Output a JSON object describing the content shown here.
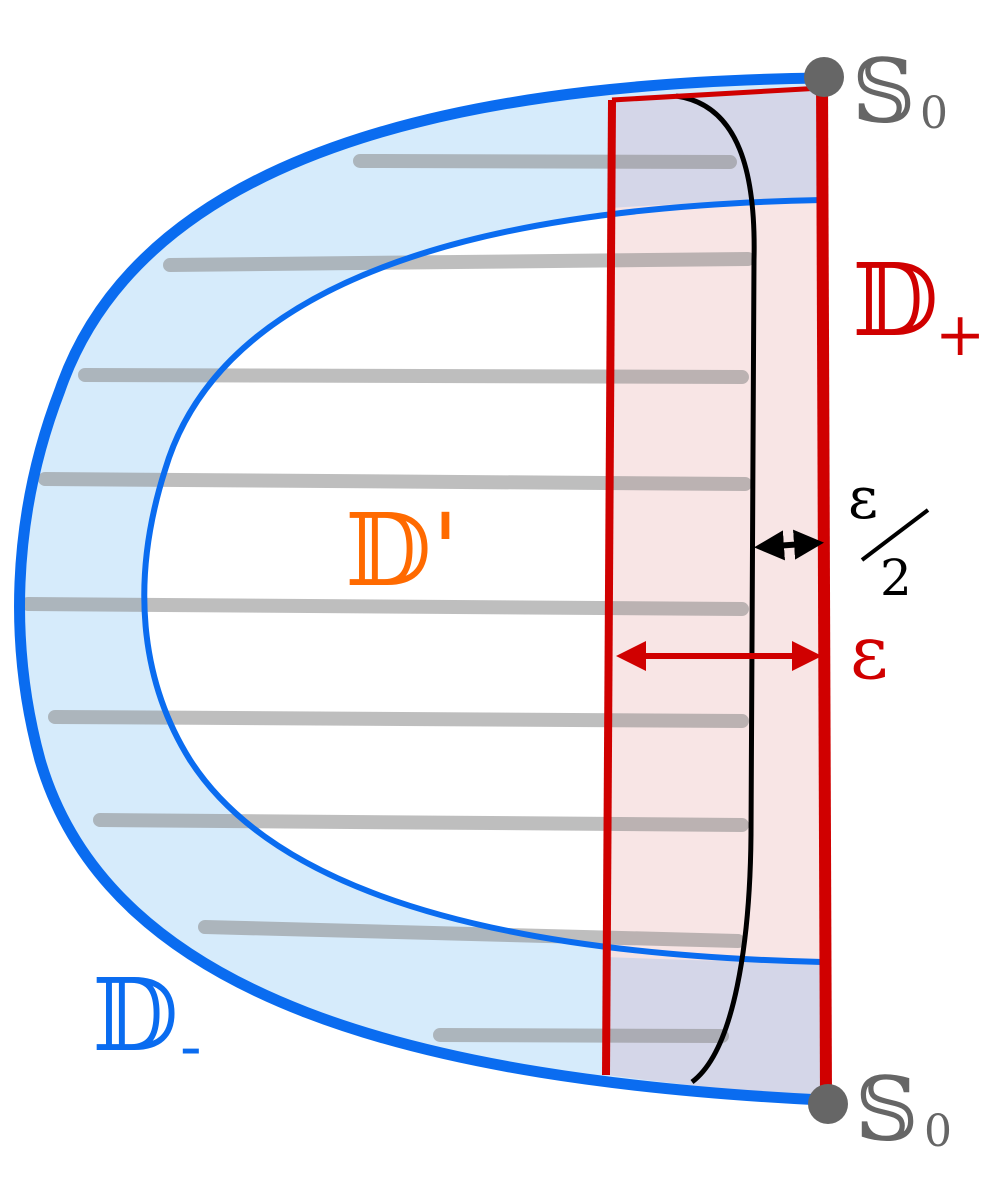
{
  "labels": {
    "s0_top": "𝕊",
    "s0_top_sub": "0",
    "s0_bottom": "𝕊",
    "s0_bottom_sub": "0",
    "d_plus": "𝔻",
    "d_plus_sub": "+",
    "d_minus": "𝔻",
    "d_minus_sub": "-",
    "d_prime": "𝔻'",
    "eps_half_num": "ε",
    "eps_half_den": "2",
    "eps": "ε"
  },
  "colors": {
    "blue": "#0a6cf0",
    "blue_fill": "#d6ebfb",
    "red": "#d00000",
    "red_fill": "#f7e2e2",
    "overlap_fill": "#d4d6e8",
    "gray_hatch": "#8a8a8a",
    "point": "#666666",
    "orange": "#ff6a00",
    "black": "#000000"
  }
}
